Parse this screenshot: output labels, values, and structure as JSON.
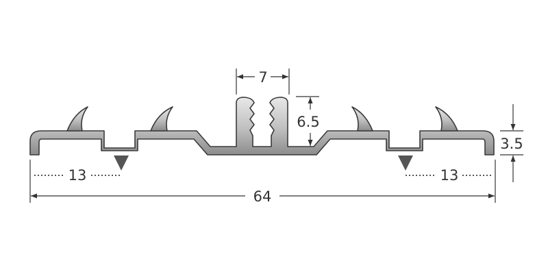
{
  "colors": {
    "profile_light": "#e8e8e8",
    "profile_mid": "#bfbfbf",
    "profile_dark": "#8c8c8c",
    "outline": "#3a3a3a",
    "dimension_line": "#333333",
    "marker": "#555555"
  },
  "dimensions": {
    "clip_width": "7",
    "clip_height": "6.5",
    "profile_thickness": "3.5",
    "left_offset": "13",
    "right_offset": "13",
    "total_width": "64"
  }
}
